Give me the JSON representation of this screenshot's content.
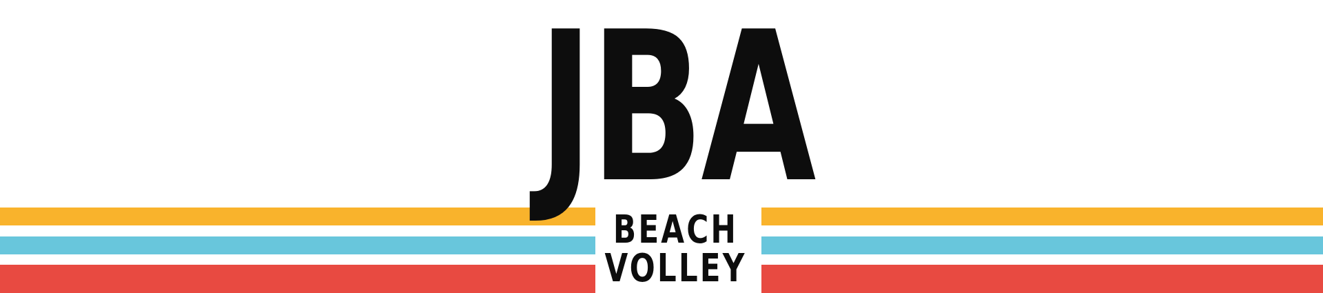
{
  "banner": {
    "logo": {
      "main_text": "JBA",
      "sub_line1": "BEACH",
      "sub_line2": "VOLLEY"
    },
    "stripe_colors": {
      "yellow": "#f9b32c",
      "blue": "#68c6dc",
      "red": "#e84a41"
    },
    "text_color": "#0d0d0d",
    "background": "#ffffff"
  }
}
